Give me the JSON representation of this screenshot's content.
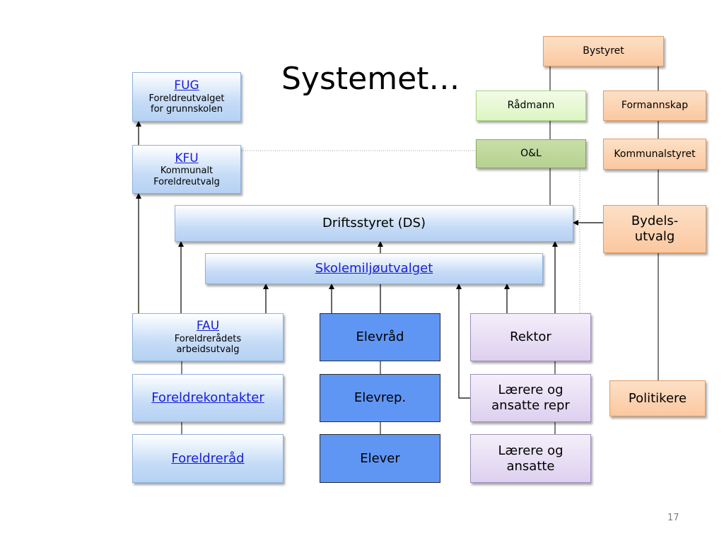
{
  "title": "Systemet…",
  "page_number": "17",
  "boxes": {
    "fug": {
      "abbr": "FUG",
      "line1": "Foreldreutvalget",
      "line2": "for grunnskolen"
    },
    "kfu": {
      "abbr": "KFU",
      "line1": "Kommunalt",
      "line2": "Foreldreutvalg"
    },
    "driftsstyret": "Driftsstyret (DS)",
    "skolemiljoutvalget": "Skolemiljøutvalget",
    "fau": {
      "abbr": "FAU",
      "line1": "Foreldrerådets",
      "line2": "arbeidsutvalg"
    },
    "foreldrekontakter": "Foreldrekontakter",
    "foreldrerad": "Foreldreråd",
    "elevrad": "Elevråd",
    "elevrep": "Elevrep.",
    "elever": "Elever",
    "rektor": "Rektor",
    "laerere_repr": {
      "line1": "Lærere og",
      "line2": "ansatte repr"
    },
    "laerere": {
      "line1": "Lærere og",
      "line2": "ansatte"
    },
    "bystyret": "Bystyret",
    "radmann": "Rådmann",
    "ol": "O&L",
    "formannskap": "Formannskap",
    "kommunalstyret": "Kommunalstyret",
    "bydelsutvalg": {
      "line1": "Bydels-",
      "line2": "utvalg"
    },
    "politikere": "Politikere"
  }
}
